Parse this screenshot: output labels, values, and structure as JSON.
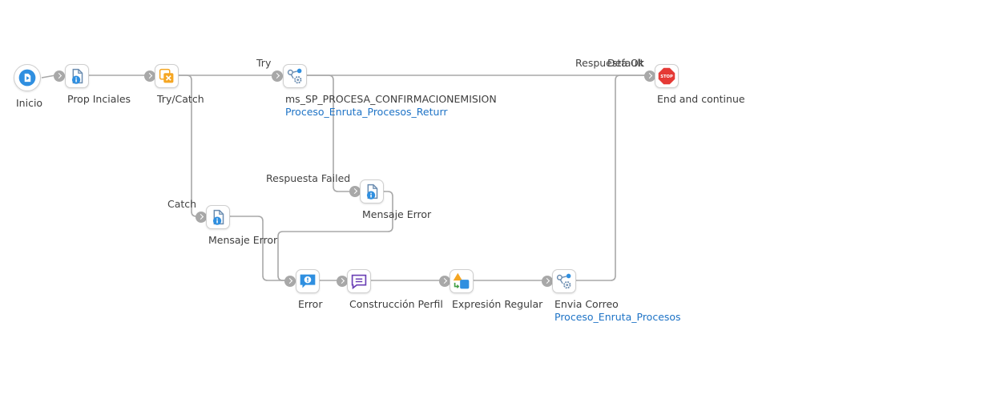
{
  "nodes": {
    "inicio": {
      "label": "Inicio",
      "icon": "start-document-icon"
    },
    "prop_iniciales": {
      "label": "Prop Inciales",
      "icon": "info-document-icon"
    },
    "try_catch": {
      "label": "Try/Catch",
      "icon": "try-catch-icon"
    },
    "ms_sp": {
      "label": "ms_SP_PROCESA_CONFIRMACIONEMISION",
      "sublabel": "Proceso_Enruta_Procesos_Returr",
      "icon": "subprocess-icon"
    },
    "end": {
      "label": "End and continue",
      "icon": "stop-icon",
      "stop_text": "STOP"
    },
    "mensaje_error_1": {
      "label": "Mensaje Error",
      "icon": "info-document-icon"
    },
    "mensaje_error_2": {
      "label": "Mensaje Error",
      "icon": "info-document-icon"
    },
    "error": {
      "label": "Error",
      "icon": "error-message-icon"
    },
    "construccion": {
      "label": "Construcción Perfil",
      "icon": "message-icon"
    },
    "expresion": {
      "label": "Expresión Regular",
      "icon": "shapes-icon"
    },
    "envia_correo": {
      "label": "Envia Correo",
      "sublabel": "Proceso_Enruta_Procesos",
      "icon": "subprocess-icon"
    }
  },
  "edges": {
    "try": "Try",
    "catch": "Catch",
    "respuesta_failed": "Respuesta Failed",
    "respuesta_ok": "Respuesta Ok",
    "default": "Default"
  },
  "colors": {
    "connector": "#a8a8a8",
    "icon_blue": "#2f8fe0",
    "icon_orange": "#f5a623",
    "icon_red": "#e53935",
    "icon_purple": "#6a3fb5",
    "link_blue": "#1e73c6"
  }
}
